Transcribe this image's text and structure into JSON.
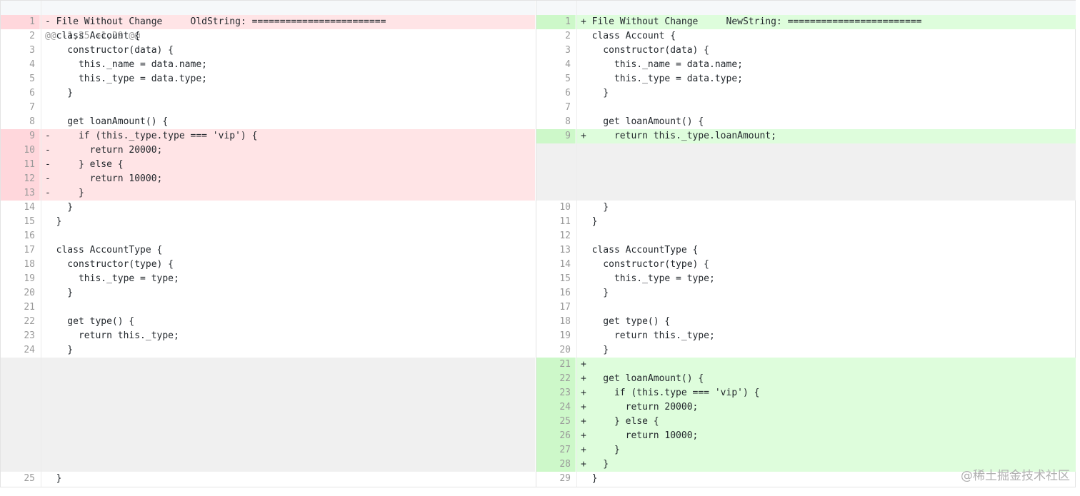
{
  "hunk_header": "@@ -1,25 +1,29 @@",
  "watermark": "@稀土掘金技术社区",
  "left_lines": [
    {
      "n": "1",
      "t": "- File Without Change     OldString: ========================",
      "kind": "del"
    },
    {
      "n": "2",
      "t": "  class Account {",
      "kind": "ctx"
    },
    {
      "n": "3",
      "t": "    constructor(data) {",
      "kind": "ctx"
    },
    {
      "n": "4",
      "t": "      this._name = data.name;",
      "kind": "ctx"
    },
    {
      "n": "5",
      "t": "      this._type = data.type;",
      "kind": "ctx"
    },
    {
      "n": "6",
      "t": "    }",
      "kind": "ctx"
    },
    {
      "n": "7",
      "t": "",
      "kind": "ctx"
    },
    {
      "n": "8",
      "t": "    get loanAmount() {",
      "kind": "ctx"
    },
    {
      "n": "9",
      "t": "-     if (this._type.type === 'vip') {",
      "kind": "del"
    },
    {
      "n": "10",
      "t": "-       return 20000;",
      "kind": "del"
    },
    {
      "n": "11",
      "t": "-     } else {",
      "kind": "del"
    },
    {
      "n": "12",
      "t": "-       return 10000;",
      "kind": "del"
    },
    {
      "n": "13",
      "t": "-     }",
      "kind": "del"
    },
    {
      "n": "14",
      "t": "    }",
      "kind": "ctx"
    },
    {
      "n": "15",
      "t": "  }",
      "kind": "ctx"
    },
    {
      "n": "16",
      "t": "",
      "kind": "ctx"
    },
    {
      "n": "17",
      "t": "  class AccountType {",
      "kind": "ctx"
    },
    {
      "n": "18",
      "t": "    constructor(type) {",
      "kind": "ctx"
    },
    {
      "n": "19",
      "t": "      this._type = type;",
      "kind": "ctx"
    },
    {
      "n": "20",
      "t": "    }",
      "kind": "ctx"
    },
    {
      "n": "21",
      "t": "",
      "kind": "ctx"
    },
    {
      "n": "22",
      "t": "    get type() {",
      "kind": "ctx"
    },
    {
      "n": "23",
      "t": "      return this._type;",
      "kind": "ctx"
    },
    {
      "n": "24",
      "t": "    }",
      "kind": "ctx"
    },
    {
      "n": "",
      "t": "",
      "kind": "blank"
    },
    {
      "n": "",
      "t": "",
      "kind": "blank"
    },
    {
      "n": "",
      "t": "",
      "kind": "blank"
    },
    {
      "n": "",
      "t": "",
      "kind": "blank"
    },
    {
      "n": "",
      "t": "",
      "kind": "blank"
    },
    {
      "n": "",
      "t": "",
      "kind": "blank"
    },
    {
      "n": "",
      "t": "",
      "kind": "blank"
    },
    {
      "n": "",
      "t": "",
      "kind": "blank"
    },
    {
      "n": "25",
      "t": "  }",
      "kind": "ctx"
    }
  ],
  "right_lines": [
    {
      "n": "1",
      "t": "+ File Without Change     NewString: ========================",
      "kind": "add"
    },
    {
      "n": "2",
      "t": "  class Account {",
      "kind": "ctx"
    },
    {
      "n": "3",
      "t": "    constructor(data) {",
      "kind": "ctx"
    },
    {
      "n": "4",
      "t": "      this._name = data.name;",
      "kind": "ctx"
    },
    {
      "n": "5",
      "t": "      this._type = data.type;",
      "kind": "ctx"
    },
    {
      "n": "6",
      "t": "    }",
      "kind": "ctx"
    },
    {
      "n": "7",
      "t": "",
      "kind": "ctx"
    },
    {
      "n": "8",
      "t": "    get loanAmount() {",
      "kind": "ctx"
    },
    {
      "n": "9",
      "t": "+     return this._type.loanAmount;",
      "kind": "add"
    },
    {
      "n": "",
      "t": "",
      "kind": "blank"
    },
    {
      "n": "",
      "t": "",
      "kind": "blank"
    },
    {
      "n": "",
      "t": "",
      "kind": "blank"
    },
    {
      "n": "",
      "t": "",
      "kind": "blank"
    },
    {
      "n": "10",
      "t": "    }",
      "kind": "ctx"
    },
    {
      "n": "11",
      "t": "  }",
      "kind": "ctx"
    },
    {
      "n": "12",
      "t": "",
      "kind": "ctx"
    },
    {
      "n": "13",
      "t": "  class AccountType {",
      "kind": "ctx"
    },
    {
      "n": "14",
      "t": "    constructor(type) {",
      "kind": "ctx"
    },
    {
      "n": "15",
      "t": "      this._type = type;",
      "kind": "ctx"
    },
    {
      "n": "16",
      "t": "    }",
      "kind": "ctx"
    },
    {
      "n": "17",
      "t": "",
      "kind": "ctx"
    },
    {
      "n": "18",
      "t": "    get type() {",
      "kind": "ctx"
    },
    {
      "n": "19",
      "t": "      return this._type;",
      "kind": "ctx"
    },
    {
      "n": "20",
      "t": "    }",
      "kind": "ctx"
    },
    {
      "n": "21",
      "t": "+",
      "kind": "add"
    },
    {
      "n": "22",
      "t": "+   get loanAmount() {",
      "kind": "add"
    },
    {
      "n": "23",
      "t": "+     if (this.type === 'vip') {",
      "kind": "add"
    },
    {
      "n": "24",
      "t": "+       return 20000;",
      "kind": "add"
    },
    {
      "n": "25",
      "t": "+     } else {",
      "kind": "add"
    },
    {
      "n": "26",
      "t": "+       return 10000;",
      "kind": "add"
    },
    {
      "n": "27",
      "t": "+     }",
      "kind": "add"
    },
    {
      "n": "28",
      "t": "+   }",
      "kind": "add"
    },
    {
      "n": "29",
      "t": "  }",
      "kind": "ctx"
    }
  ]
}
